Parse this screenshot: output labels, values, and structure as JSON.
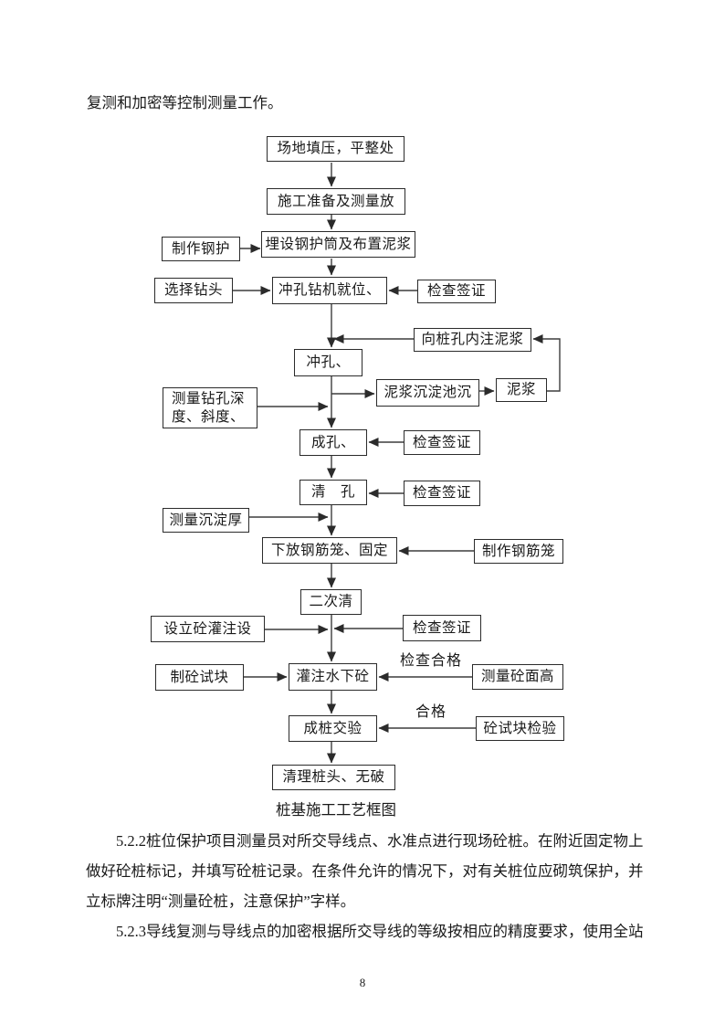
{
  "document": {
    "intro": "复测和加密等控制测量工作。",
    "caption": "桩基施工工艺框图",
    "page_number": "8",
    "paragraph_lines": [
      "5.2.2桩位保护项目测量员对所交导线点、水准点进行现场砼桩。在附近固定物上",
      "做好砼桩标记，并填写砼桩记录。在条件允许的情况下，对有关桩位应砌筑保护，并",
      "立标牌注明“测量砼桩，注意保护”字样。",
      "5.2.3导线复测与导线点的加密根据所交导线的等级按相应的精度要求，使用全站"
    ]
  },
  "flowchart": {
    "nodes": {
      "site_fill": "场地填压，平整处",
      "construction_prep": "施工准备及测量放",
      "make_casing": "制作钢护",
      "embed_casing": "埋设钢护筒及布置泥浆",
      "select_bit": "选择钻头",
      "rig_position": "冲孔钻机就位、",
      "check_sign_1": "检查签证",
      "inject_slurry": "向桩孔内注泥浆",
      "punch_hole": "冲孔、",
      "measure_depth": "测量钻孔深\n度、斜度、",
      "slurry_pond": "泥浆沉淀池沉",
      "slurry": "泥浆",
      "hole_formed": "成孔、",
      "check_sign_2": "检查签证",
      "clean_hole": "清　孔",
      "check_sign_3": "检查签证",
      "measure_sediment": "测量沉淀厚",
      "place_cage": "下放钢筋笼、固定",
      "make_cage": "制作钢筋笼",
      "second_clean": "二次清",
      "setup_pouring": "设立砼灌注设",
      "check_sign_4": "检查签证",
      "make_test_block": "制砼试块",
      "pour_concrete": "灌注水下砼",
      "measure_level": "测量砼面高",
      "pile_acceptance": "成桩交验",
      "test_block_check": "砼试块检验",
      "clean_pile_head": "清理桩头、无破"
    },
    "edge_labels": {
      "check_pass": "检查合格",
      "pass": "合格"
    }
  }
}
